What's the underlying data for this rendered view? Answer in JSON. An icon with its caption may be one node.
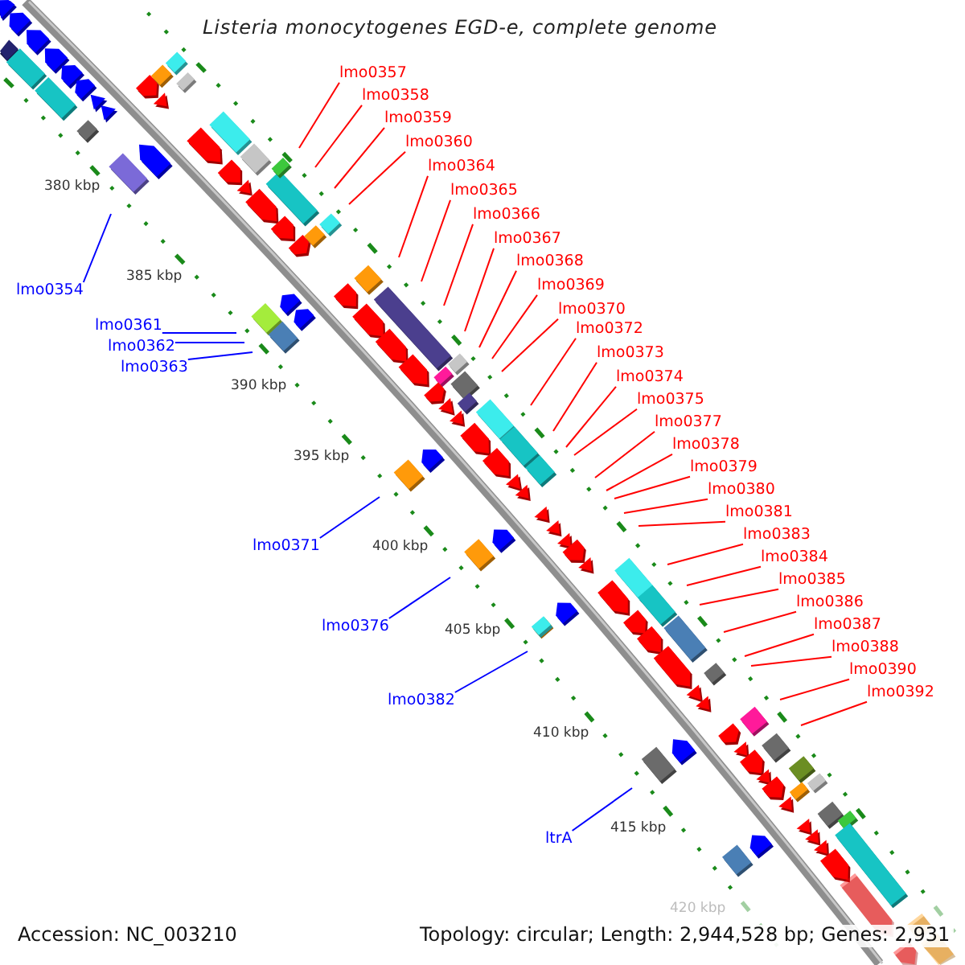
{
  "diagram": {
    "title": "Listeria monocytogenes EGD-e, complete genome",
    "nodes": [
      {
        "text": [
          "lmo0357"
        ]
      },
      {
        "text": [
          "lmo0358"
        ]
      },
      {
        "text": [
          "lmo0359"
        ]
      },
      {
        "text": [
          "lmo0360"
        ]
      },
      {
        "text": [
          "lmo0364"
        ]
      },
      {
        "text": [
          "lmo0365"
        ]
      },
      {
        "text": [
          "lmo0366"
        ]
      },
      {
        "text": [
          "lmo0367"
        ]
      },
      {
        "text": [
          "lmo0368"
        ]
      },
      {
        "text": [
          "lmo0369"
        ]
      },
      {
        "text": [
          "lmo0370"
        ]
      },
      {
        "text": [
          "lmo0372"
        ]
      },
      {
        "text": [
          "lmo0373"
        ]
      },
      {
        "text": [
          "lmo0374"
        ]
      },
      {
        "text": [
          "lmo0375"
        ]
      },
      {
        "text": [
          "lmo0377"
        ]
      },
      {
        "text": [
          "lmo0378"
        ]
      },
      {
        "text": [
          "lmo0379"
        ]
      },
      {
        "text": [
          "lmo0380"
        ]
      },
      {
        "text": [
          "lmo0381"
        ]
      },
      {
        "text": [
          "lmo0383"
        ]
      },
      {
        "text": [
          "lmo0384"
        ]
      },
      {
        "text": [
          "lmo0385"
        ]
      },
      {
        "text": [
          "lmo0386"
        ]
      },
      {
        "text": [
          "lmo0387"
        ]
      },
      {
        "text": [
          "lmo0388"
        ]
      },
      {
        "text": [
          "lmo0390"
        ]
      },
      {
        "text": [
          "lmo0392"
        ]
      },
      {
        "text": [
          "lmo0354"
        ]
      },
      {
        "text": [
          "lmo0361"
        ]
      },
      {
        "text": [
          "lmo0362"
        ]
      },
      {
        "text": [
          "lmo0363"
        ]
      },
      {
        "text": [
          "lmo0371"
        ]
      },
      {
        "text": [
          "lmo0376"
        ]
      },
      {
        "text": [
          "lmo0382"
        ]
      },
      {
        "text": [
          "ltrA"
        ]
      }
    ],
    "edges": [
      {
        "from": 0,
        "to": null,
        "arrow": "none"
      },
      {
        "from": 1,
        "to": null,
        "arrow": "none"
      },
      {
        "from": 2,
        "to": null,
        "arrow": "none"
      },
      {
        "from": 3,
        "to": null,
        "arrow": "none"
      },
      {
        "from": 4,
        "to": null,
        "arrow": "none"
      },
      {
        "from": 5,
        "to": null,
        "arrow": "none"
      },
      {
        "from": 6,
        "to": null,
        "arrow": "none"
      },
      {
        "from": 7,
        "to": null,
        "arrow": "none"
      },
      {
        "from": 8,
        "to": null,
        "arrow": "none"
      },
      {
        "from": 9,
        "to": null,
        "arrow": "none"
      },
      {
        "from": 10,
        "to": null,
        "arrow": "none"
      },
      {
        "from": 11,
        "to": null,
        "arrow": "none"
      },
      {
        "from": 12,
        "to": null,
        "arrow": "none"
      },
      {
        "from": 13,
        "to": null,
        "arrow": "none"
      },
      {
        "from": 14,
        "to": null,
        "arrow": "none"
      },
      {
        "from": 15,
        "to": null,
        "arrow": "none"
      },
      {
        "from": 16,
        "to": null,
        "arrow": "none"
      },
      {
        "from": 17,
        "to": null,
        "arrow": "none"
      },
      {
        "from": 18,
        "to": null,
        "arrow": "none"
      },
      {
        "from": 19,
        "to": null,
        "arrow": "none"
      },
      {
        "from": 20,
        "to": null,
        "arrow": "none"
      },
      {
        "from": 21,
        "to": null,
        "arrow": "none"
      },
      {
        "from": 22,
        "to": null,
        "arrow": "none"
      },
      {
        "from": 23,
        "to": null,
        "arrow": "none"
      },
      {
        "from": 24,
        "to": null,
        "arrow": "none"
      },
      {
        "from": 25,
        "to": null,
        "arrow": "none"
      },
      {
        "from": 26,
        "to": null,
        "arrow": "none"
      },
      {
        "from": 27,
        "to": null,
        "arrow": "none"
      },
      {
        "from": 28,
        "to": null,
        "arrow": "none",
        "color": "#0000ff"
      },
      {
        "from": 29,
        "to": null,
        "arrow": "none",
        "color": "#0000ff"
      },
      {
        "from": 30,
        "to": null,
        "arrow": "none",
        "color": "#0000ff"
      },
      {
        "from": 31,
        "to": null,
        "arrow": "none",
        "color": "#0000ff"
      },
      {
        "from": 32,
        "to": null,
        "arrow": "none",
        "color": "#0000ff"
      },
      {
        "from": 33,
        "to": null,
        "arrow": "none",
        "color": "#0000ff"
      },
      {
        "from": 34,
        "to": null,
        "arrow": "none",
        "color": "#0000ff"
      },
      {
        "from": 35,
        "to": null,
        "arrow": "none",
        "color": "#0000ff"
      }
    ],
    "labels": [
      "380 kbp",
      "385 kbp",
      "390 kbp",
      "395 kbp",
      "400 kbp",
      "405 kbp",
      "410 kbp",
      "415 kbp",
      "420 kbp",
      "Accession: NC_003210",
      "Topology: circular; Length: 2,944,528 bp; Genes: 2,931"
    ]
  }
}
